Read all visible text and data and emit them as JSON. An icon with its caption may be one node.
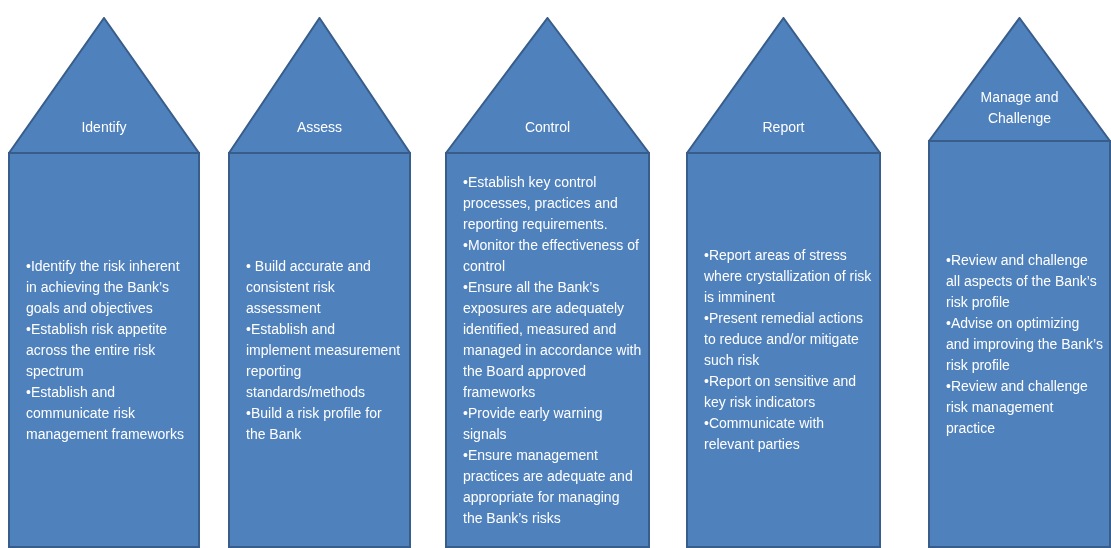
{
  "diagram": {
    "nodes": [
      {
        "text": [
          "Identify"
        ]
      },
      {
        "text": [
          "•Identify the risk inherent in achieving the Bank’s goals and objectives",
          "•Establish risk appetite across the entire risk spectrum",
          "•Establish and communicate risk management frameworks"
        ]
      },
      {
        "text": [
          "Assess"
        ]
      },
      {
        "text": [
          "• Build accurate and consistent risk assessment",
          "•Establish and implement measurement reporting standards/methods",
          "•Build a risk profile for the Bank"
        ]
      },
      {
        "text": [
          "Control"
        ]
      },
      {
        "text": [
          "•Establish key control processes, practices and reporting requirements.",
          "•Monitor the effectiveness of control",
          "•Ensure all the Bank’s exposures are adequately identified, measured and managed in accordance with the Board approved frameworks",
          "•Provide early warning signals",
          "•Ensure management practices are adequate and appropriate for managing the Bank’s risks"
        ]
      },
      {
        "text": [
          "Report"
        ]
      },
      {
        "text": [
          "•Report areas of stress where crystallization of risk is imminent",
          "•Present remedial actions to reduce and/or mitigate such risk",
          "•Report on sensitive and key risk indicators",
          "•Communicate with relevant parties"
        ]
      },
      {
        "text": [
          "Manage and Challenge"
        ]
      },
      {
        "text": [
          "•Review and challenge all aspects of the Bank’s risk profile",
          "•Advise on optimizing and improving the Bank’s risk profile",
          "•Review and challenge risk management practice"
        ]
      }
    ]
  }
}
